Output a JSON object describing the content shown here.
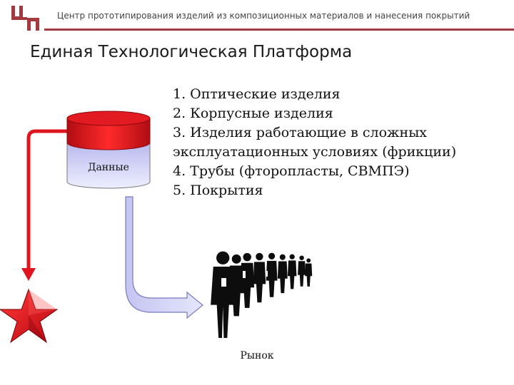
{
  "header": {
    "org_text": "Центр прототипирования изделий из композиционных материалов и нанесения покрытий",
    "accent_color": "#a33a3f"
  },
  "title": "Единая Технологическая Платформа",
  "products": [
    "1. Оптические изделия",
    "2. Корпусные изделия",
    "3. Изделия работающие в сложных",
    "эксплуатационных условиях (фрикции)",
    "4. Трубы (фторопласты, СВМПЭ)",
    "5. Покрытия"
  ],
  "diagram": {
    "database_label": "Данные",
    "market_label": "Рынок",
    "star_icon": "red-star-icon",
    "people_icon": "business-people-silhouette-icon",
    "colors": {
      "red": "#e0141e",
      "dark_red": "#b00d14",
      "lavender": "#c9c9f4",
      "arrow_fill": "#d6d6f7"
    }
  }
}
